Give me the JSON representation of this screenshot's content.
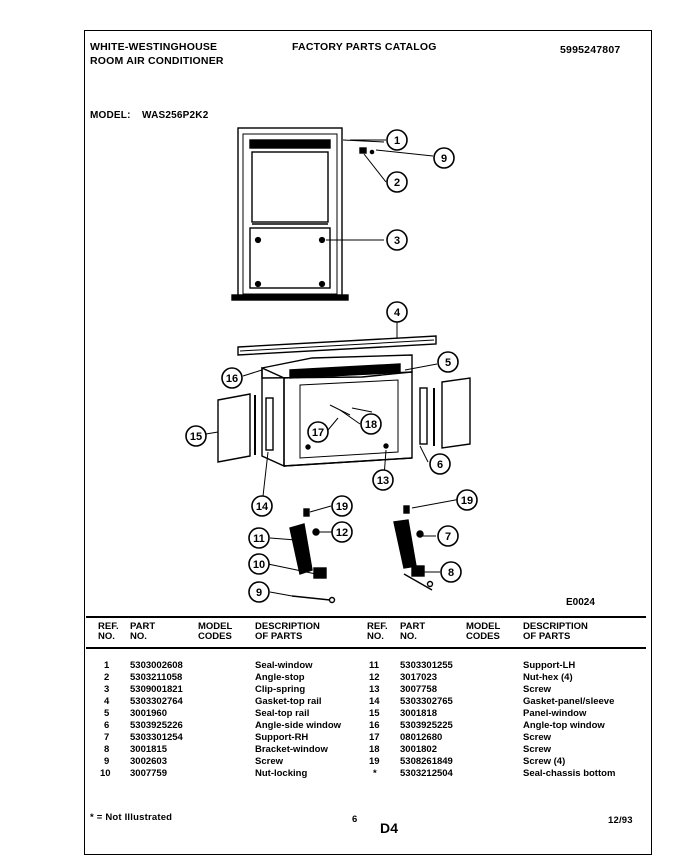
{
  "header": {
    "brand": "WHITE-WESTINGHOUSE",
    "product": "ROOM AIR CONDITIONER",
    "catalog": "FACTORY PARTS CATALOG",
    "doc_number": "5995247807"
  },
  "model": {
    "label": "MODEL:",
    "value": "WAS256P2K2"
  },
  "diagram": {
    "code": "E0024",
    "callouts": [
      "1",
      "2",
      "3",
      "4",
      "5",
      "6",
      "7",
      "8",
      "9",
      "9",
      "10",
      "11",
      "12",
      "13",
      "14",
      "15",
      "16",
      "17",
      "18",
      "19",
      "19"
    ]
  },
  "table": {
    "headers": {
      "ref": "REF. NO.",
      "part": "PART NO.",
      "model_codes": "MODEL CODES",
      "description": "DESCRIPTION OF PARTS"
    },
    "left": [
      {
        "ref": "1",
        "part": "5303002608",
        "code": "",
        "desc": "Seal-window"
      },
      {
        "ref": "2",
        "part": "5303211058",
        "code": "",
        "desc": "Angle-stop"
      },
      {
        "ref": "3",
        "part": "5309001821",
        "code": "",
        "desc": "Clip-spring"
      },
      {
        "ref": "4",
        "part": "5303302764",
        "code": "",
        "desc": "Gasket-top rail"
      },
      {
        "ref": "5",
        "part": "3001960",
        "code": "",
        "desc": "Seal-top rail"
      },
      {
        "ref": "6",
        "part": "5303925226",
        "code": "",
        "desc": "Angle-side window"
      },
      {
        "ref": "7",
        "part": "5303301254",
        "code": "",
        "desc": "Support-RH"
      },
      {
        "ref": "8",
        "part": "3001815",
        "code": "",
        "desc": "Bracket-window"
      },
      {
        "ref": "9",
        "part": "3002603",
        "code": "",
        "desc": "Screw"
      },
      {
        "ref": "10",
        "part": "3007759",
        "code": "",
        "desc": "Nut-locking"
      }
    ],
    "right": [
      {
        "ref": "11",
        "part": "5303301255",
        "code": "",
        "desc": "Support-LH"
      },
      {
        "ref": "12",
        "part": "3017023",
        "code": "",
        "desc": "Nut-hex (4)"
      },
      {
        "ref": "13",
        "part": "3007758",
        "code": "",
        "desc": "Screw"
      },
      {
        "ref": "14",
        "part": "5303302765",
        "code": "",
        "desc": "Gasket-panel/sleeve"
      },
      {
        "ref": "15",
        "part": "3001818",
        "code": "",
        "desc": "Panel-window"
      },
      {
        "ref": "16",
        "part": "5303925225",
        "code": "",
        "desc": "Angle-top window"
      },
      {
        "ref": "17",
        "part": "08012680",
        "code": "",
        "desc": "Screw"
      },
      {
        "ref": "18",
        "part": "3001802",
        "code": "",
        "desc": "Screw"
      },
      {
        "ref": "19",
        "part": "5308261849",
        "code": "",
        "desc": "Screw (4)"
      },
      {
        "ref": "*",
        "part": "5303212504",
        "code": "",
        "desc": "Seal-chassis bottom"
      }
    ]
  },
  "footer": {
    "note": "* = Not Illustrated",
    "page_num": "6",
    "section": "D4",
    "date": "12/93"
  }
}
